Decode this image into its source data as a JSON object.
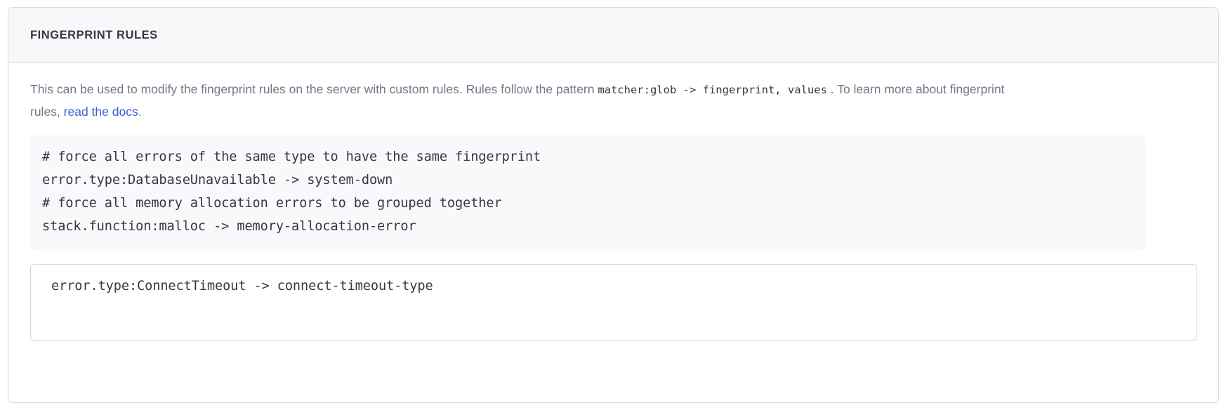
{
  "panel": {
    "title": "Fingerprint Rules",
    "description": {
      "part1": "This can be used to modify the fingerprint rules on the server with custom rules. Rules follow the pattern ",
      "code1": "matcher:glob -> fingerprint, values",
      "part2": " . To learn more about fingerprint rules, ",
      "link": "read the docs",
      "part3": "."
    },
    "example_code": {
      "lines": [
        "# force all errors of the same type to have the same fingerprint",
        "error.type:DatabaseUnavailable -> system-down",
        "# force all memory allocation errors to be grouped together",
        "stack.function:malloc -> memory-allocation-error"
      ]
    },
    "rules_input": {
      "value": "error.type:ConnectTimeout -> connect-timeout-type",
      "placeholder": "matcher:glob -> fingerprint, values"
    }
  },
  "colors": {
    "accent_link": "#3c5dd4",
    "header_bg": "#f7f8fa",
    "code_bg": "#f8f9fb",
    "border": "#d9d9e3",
    "text_muted": "#7a7489",
    "text_strong": "#3a3544"
  }
}
